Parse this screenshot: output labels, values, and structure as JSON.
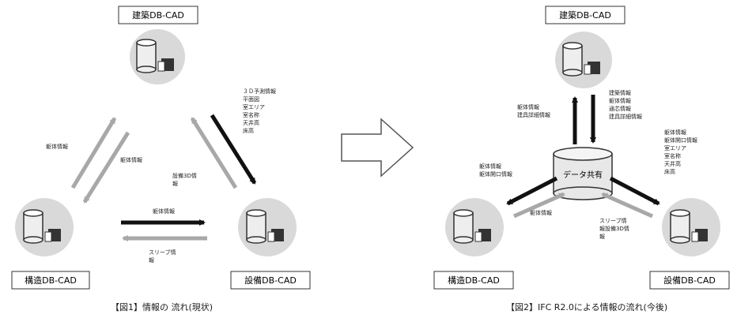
{
  "figure1": {
    "caption": "【図1】情報の 流れ(現状)",
    "nodes": {
      "top": "建築DB-CAD",
      "left": "構造DB-CAD",
      "right": "設備DB-CAD"
    },
    "labels": {
      "top_to_left": "躯体情報",
      "left_to_top": "躯体情報",
      "top_to_right": [
        "３Ｄ予測情報",
        "平面図",
        "室エリア",
        "室名称",
        "天井高",
        "床高"
      ],
      "right_to_top": [
        "設備3D情",
        "報"
      ],
      "left_to_right": "躯体情報",
      "right_to_left": [
        "スリーブ情",
        "報"
      ]
    }
  },
  "figure2": {
    "caption": "【図2】IFC R2.0による情報の流れ(今後)",
    "hub": "データ共有",
    "nodes": {
      "top": "建築DB-CAD",
      "left": "構造DB-CAD",
      "right": "設備DB-CAD"
    },
    "labels": {
      "hub_top_left": [
        "躯体情報",
        "建具詳細情報"
      ],
      "hub_top_right": [
        "建築情報",
        "躯体情報",
        "通芯情報",
        "建具詳細情報"
      ],
      "hub_to_left": [
        "躯体情報",
        "躯体開口情報"
      ],
      "left_to_hub": "躯体情報",
      "hub_to_right": [
        "躯体情報",
        "躯体開口情報",
        "室エリア",
        "室名称",
        "天井高",
        "床高"
      ],
      "right_to_hub": [
        "スリーブ情",
        "報設備3D情",
        "報"
      ]
    }
  },
  "colors": {
    "black_arrow": "#111111",
    "gray_arrow": "#a8a8a8",
    "circle_fill": "#d9d9d9",
    "box_border": "#333333",
    "block_arrow_border": "#555555"
  }
}
